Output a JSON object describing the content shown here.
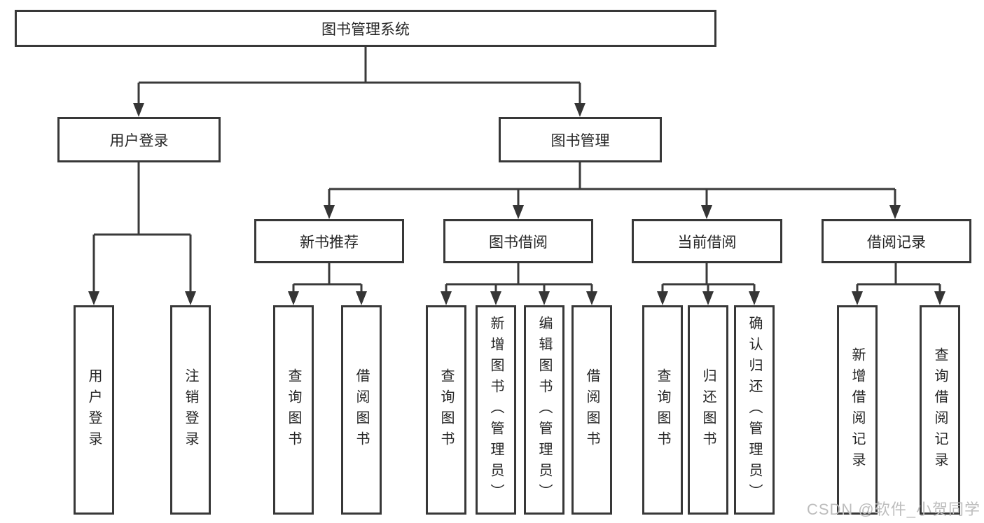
{
  "tree": {
    "root": {
      "label": "图书管理系统"
    },
    "branches": [
      {
        "label": "用户登录",
        "leaves": [
          {
            "label": "用户登录"
          },
          {
            "label": "注销登录"
          }
        ]
      },
      {
        "label": "图书管理",
        "groups": [
          {
            "label": "新书推荐",
            "leaves": [
              {
                "label": "查询图书"
              },
              {
                "label": "借阅图书"
              }
            ]
          },
          {
            "label": "图书借阅",
            "leaves": [
              {
                "label": "查询图书"
              },
              {
                "label": "新增图书（管理员）"
              },
              {
                "label": "编辑图书（管理员）"
              },
              {
                "label": "借阅图书"
              }
            ]
          },
          {
            "label": "当前借阅",
            "leaves": [
              {
                "label": "查询图书"
              },
              {
                "label": "归还图书"
              },
              {
                "label": "确认归还（管理员）"
              }
            ]
          },
          {
            "label": "借阅记录",
            "leaves": [
              {
                "label": "新增借阅记录"
              },
              {
                "label": "查询借阅记录"
              }
            ]
          }
        ]
      }
    ]
  },
  "watermark": {
    "text": "CSDN @软件_小贺同学"
  },
  "colors": {
    "line": "#3a3a3a",
    "box_border": "#383838",
    "text": "#262626",
    "watermark": "#bdbdbd",
    "background": "#ffffff"
  }
}
